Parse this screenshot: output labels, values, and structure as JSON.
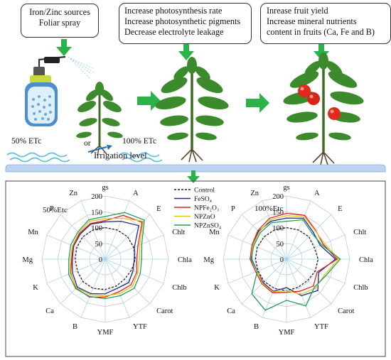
{
  "boxes": {
    "source": {
      "line1": "Iron/Zinc sources",
      "line2": "Foliar spray"
    },
    "photosynthesis": {
      "line1": "Increase photosynthesis rate",
      "line2": "Increase photosynthetic pigments",
      "line3": "Decrease electrolyte leakage"
    },
    "yield": {
      "line1": "Inrease fruit yield",
      "line2": "Increase mineral nutrients",
      "line3": "content in fruits (Ca, Fe and B)"
    }
  },
  "irrigation": {
    "low": "50% ETc",
    "or": "or",
    "high": "100% ETc",
    "level": "Irrigation level"
  },
  "legend": {
    "items": [
      {
        "label": "Control",
        "color": "#222222",
        "dash": true
      },
      {
        "label": "FeSO₄",
        "color": "#1f2a8c",
        "dash": false
      },
      {
        "label": "NPFe₂O₃",
        "color": "#e0201c",
        "dash": false
      },
      {
        "label": "NPZnO",
        "color": "#e3c21b",
        "dash": false
      },
      {
        "label": "NPZnSO₄",
        "color": "#1e9e5e",
        "dash": false
      }
    ]
  },
  "chart_data": [
    {
      "type": "radar",
      "title": "50%Etc",
      "axes": [
        "gs",
        "A",
        "E",
        "Chlt",
        "Chla",
        "Chlb",
        "Carot",
        "YTF",
        "YMF",
        "B",
        "Ca",
        "K",
        "Mg",
        "Mn",
        "P",
        "Zn"
      ],
      "ticks": [
        "0",
        "50",
        "100",
        "150",
        "200"
      ],
      "rlim": [
        0,
        200
      ],
      "series": [
        {
          "name": "Control",
          "values": [
            100,
            100,
            100,
            97,
            95,
            90,
            88,
            92,
            96,
            100,
            100,
            95,
            95,
            97,
            100,
            100
          ]
        },
        {
          "name": "FeSO₄",
          "values": [
            118,
            130,
            150,
            100,
            92,
            95,
            105,
            100,
            110,
            118,
            125,
            112,
            104,
            108,
            112,
            120
          ]
        },
        {
          "name": "NPFe₂O₃",
          "values": [
            122,
            150,
            165,
            112,
            100,
            108,
            115,
            112,
            120,
            130,
            130,
            118,
            106,
            110,
            115,
            122
          ]
        },
        {
          "name": "NPZnO",
          "values": [
            128,
            140,
            170,
            118,
            108,
            112,
            122,
            118,
            116,
            122,
            128,
            120,
            110,
            112,
            118,
            130
          ]
        },
        {
          "name": "NPZnSO₄",
          "values": [
            135,
            160,
            175,
            125,
            115,
            120,
            130,
            125,
            125,
            128,
            132,
            125,
            115,
            118,
            122,
            135
          ]
        }
      ]
    },
    {
      "type": "radar",
      "title": "100%Etc",
      "axes": [
        "gs",
        "A",
        "E",
        "Chlt",
        "Chla",
        "Chlb",
        "Carot",
        "YTF",
        "YMF",
        "B",
        "Ca",
        "K",
        "Mg",
        "Mn",
        "P",
        "Zn"
      ],
      "ticks": [
        "0",
        "50",
        "100",
        "150",
        "200"
      ],
      "rlim": [
        0,
        200
      ],
      "series": [
        {
          "name": "Control",
          "values": [
            100,
            100,
            100,
            95,
            100,
            98,
            95,
            96,
            100,
            100,
            100,
            97,
            98,
            100,
            100,
            100
          ]
        },
        {
          "name": "FeSO₄",
          "values": [
            130,
            140,
            120,
            115,
            155,
            110,
            140,
            125,
            90,
            110,
            105,
            100,
            110,
            115,
            125,
            130
          ]
        },
        {
          "name": "NPFe₂O₃",
          "values": [
            145,
            150,
            130,
            125,
            160,
            105,
            120,
            110,
            105,
            115,
            110,
            105,
            115,
            118,
            128,
            140
          ]
        },
        {
          "name": "NPZnO",
          "values": [
            138,
            145,
            128,
            130,
            165,
            130,
            130,
            120,
            100,
            112,
            108,
            100,
            112,
            115,
            122,
            135
          ]
        },
        {
          "name": "NPZnSO₄",
          "values": [
            120,
            135,
            115,
            120,
            170,
            135,
            125,
            160,
            130,
            175,
            155,
            100,
            112,
            112,
            118,
            125
          ]
        }
      ]
    }
  ]
}
